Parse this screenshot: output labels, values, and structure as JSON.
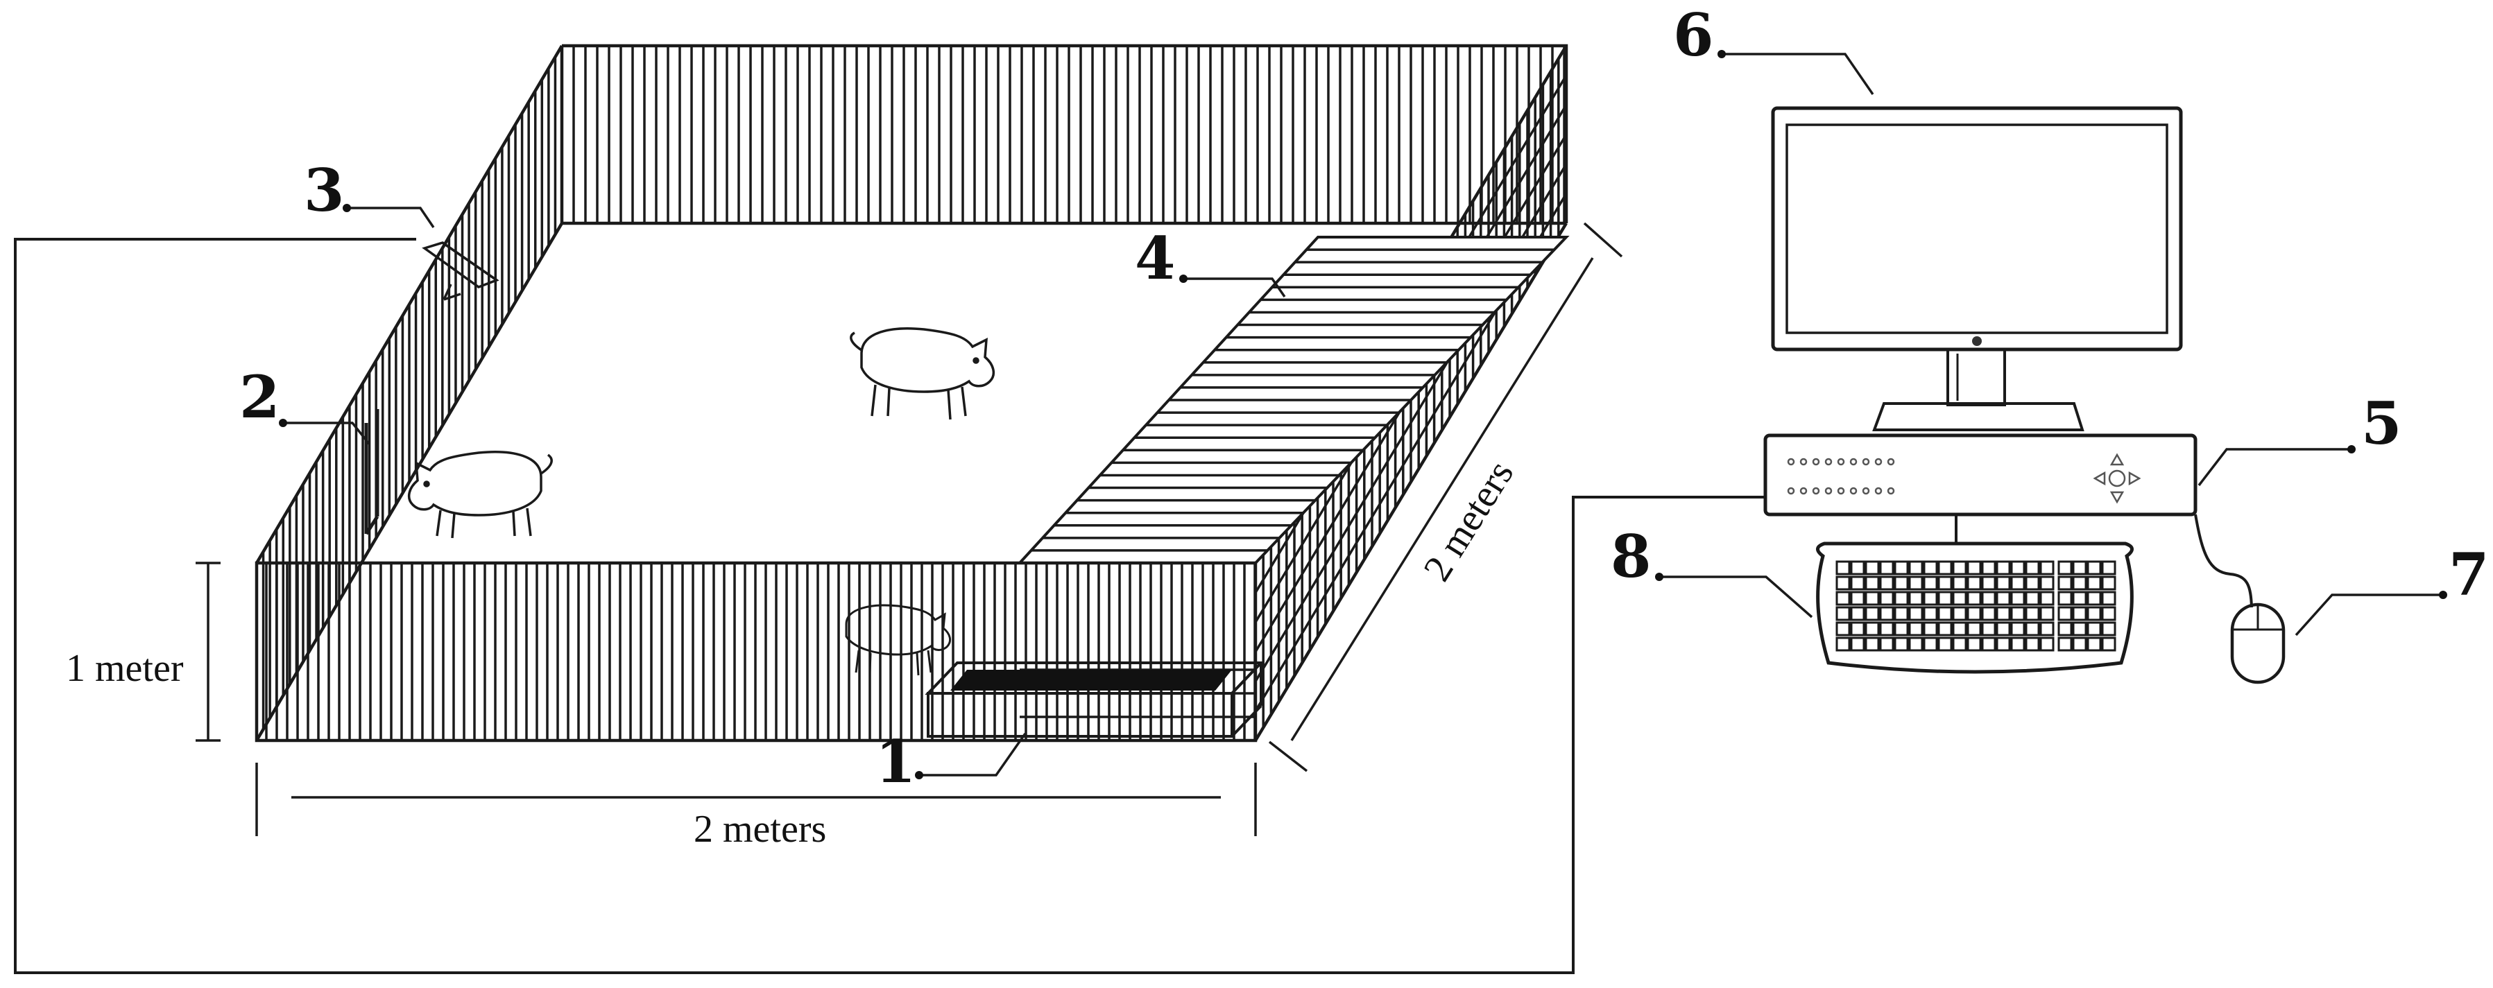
{
  "labels": {
    "l1": "1",
    "l2": "2",
    "l3": "3",
    "l4": "4",
    "l5": "5",
    "l6": "6",
    "l7": "7",
    "l8": "8"
  },
  "dimensions": {
    "height": "1 meter",
    "width": "2 meters",
    "depth": "2 meters"
  },
  "colors": {
    "ink": "#1a1a1a",
    "background": "#ffffff"
  },
  "icons": [
    "pig-icon",
    "camera-icon",
    "feeder-icon",
    "monitor-icon",
    "recorder-icon",
    "keyboard-icon",
    "mouse-icon"
  ]
}
